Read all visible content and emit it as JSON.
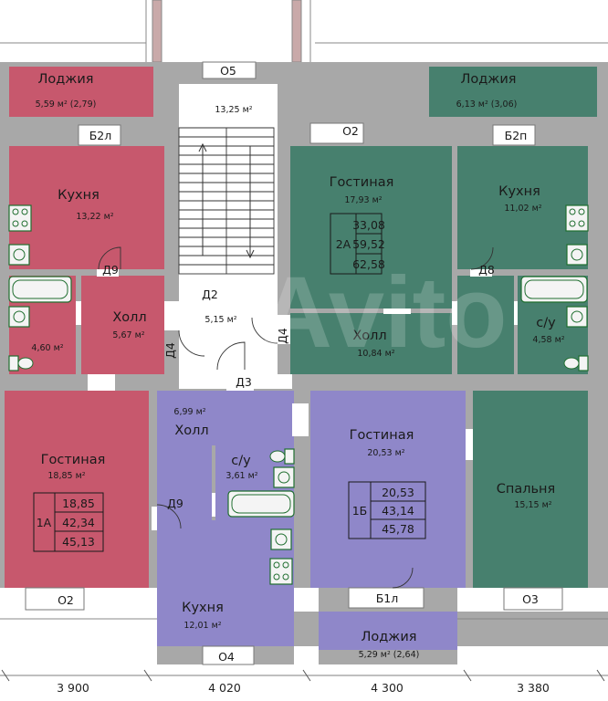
{
  "colors": {
    "red": "#c7586d",
    "teal": "#47806e",
    "lilac": "#8f87c9",
    "common": "#ffffff",
    "wall": "#a8a8a8",
    "fixture_green": "#1f6e2f"
  },
  "rooms": {
    "loggia_left": {
      "name": "Лоджия",
      "area": "5,59 м² (2,79)"
    },
    "stair_area": {
      "area": "13,25 м²"
    },
    "loggia_right": {
      "name": "Лоджия",
      "area": "6,13 м² (3,06)"
    },
    "kitchen_left": {
      "name": "Кухня",
      "area": "13,22 м²"
    },
    "living_2a": {
      "name": "Гостиная",
      "area": "17,93 м²"
    },
    "kitchen_right": {
      "name": "Кухня",
      "area": "11,02 м²"
    },
    "bath_left": {
      "area": "4,60 м²"
    },
    "hall_left": {
      "name": "Холл",
      "area": "5,67 м²"
    },
    "vestibule": {
      "area": "5,15 м²"
    },
    "hall_2a": {
      "name": "Холл",
      "area": "10,84 м²"
    },
    "bath_right": {
      "name": "с/у",
      "area": "4,58 м²"
    },
    "living_1a": {
      "name": "Гостиная",
      "area": "18,85 м²"
    },
    "hall_mid": {
      "name": "Холл",
      "area": "6,99 м²"
    },
    "bath_mid": {
      "name": "с/у",
      "area": "3,61 м²"
    },
    "living_1b": {
      "name": "Гостиная",
      "area": "20,53 м²"
    },
    "bedroom": {
      "name": "Спальня",
      "area": "15,15 м²"
    },
    "kitchen_bottom": {
      "name": "Кухня",
      "area": "12,01 м²"
    },
    "loggia_bottom": {
      "name": "Лоджия",
      "area": "5,29 м² (2,64)"
    }
  },
  "apartments": {
    "a2a": {
      "code": "2А",
      "v1": "33,08",
      "v2": "59,52",
      "v3": "62,58"
    },
    "a1a": {
      "code": "1А",
      "v1": "18,85",
      "v2": "42,34",
      "v3": "45,13"
    },
    "a1b": {
      "code": "1Б",
      "v1": "20,53",
      "v2": "43,14",
      "v3": "45,78"
    }
  },
  "openings": {
    "o5": "О5",
    "b2l": "Б2л",
    "o2_top": "О2",
    "b2p": "Б2п",
    "d9_left": "Д9",
    "d2": "Д2",
    "d8": "Д8",
    "d4_left": "Д4",
    "d4_right": "Д4",
    "d3": "Д3",
    "d9_mid": "Д9",
    "o2_bottom": "О2",
    "b1l": "Б1л",
    "o3": "О3",
    "o4": "О4"
  },
  "dimensions": [
    "3 900",
    "4 020",
    "4 300",
    "3 380"
  ],
  "watermark": "Avito"
}
